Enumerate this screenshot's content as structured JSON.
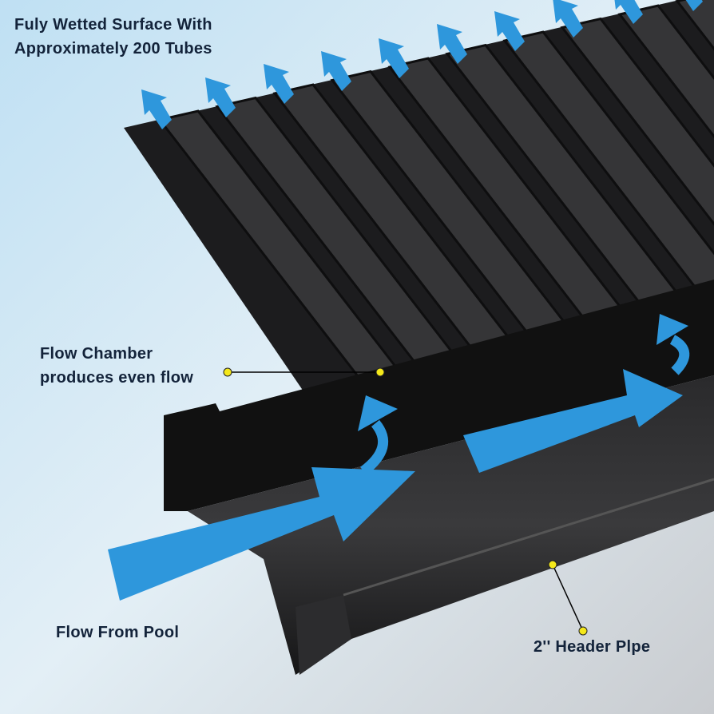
{
  "labels": {
    "surface_line1": "Fuly Wetted Surface With",
    "surface_line2": "Approximately 200 Tubes",
    "chamber_line1": "Flow Chamber",
    "chamber_line2": "produces even flow",
    "flow_from_pool": "Flow From Pool",
    "header_pipe": "2'' Header Plpe"
  },
  "colors": {
    "arrow": "#2e97dc",
    "panel": "#1c1c1e",
    "text": "#13233a",
    "marker": "#f4e81a"
  }
}
